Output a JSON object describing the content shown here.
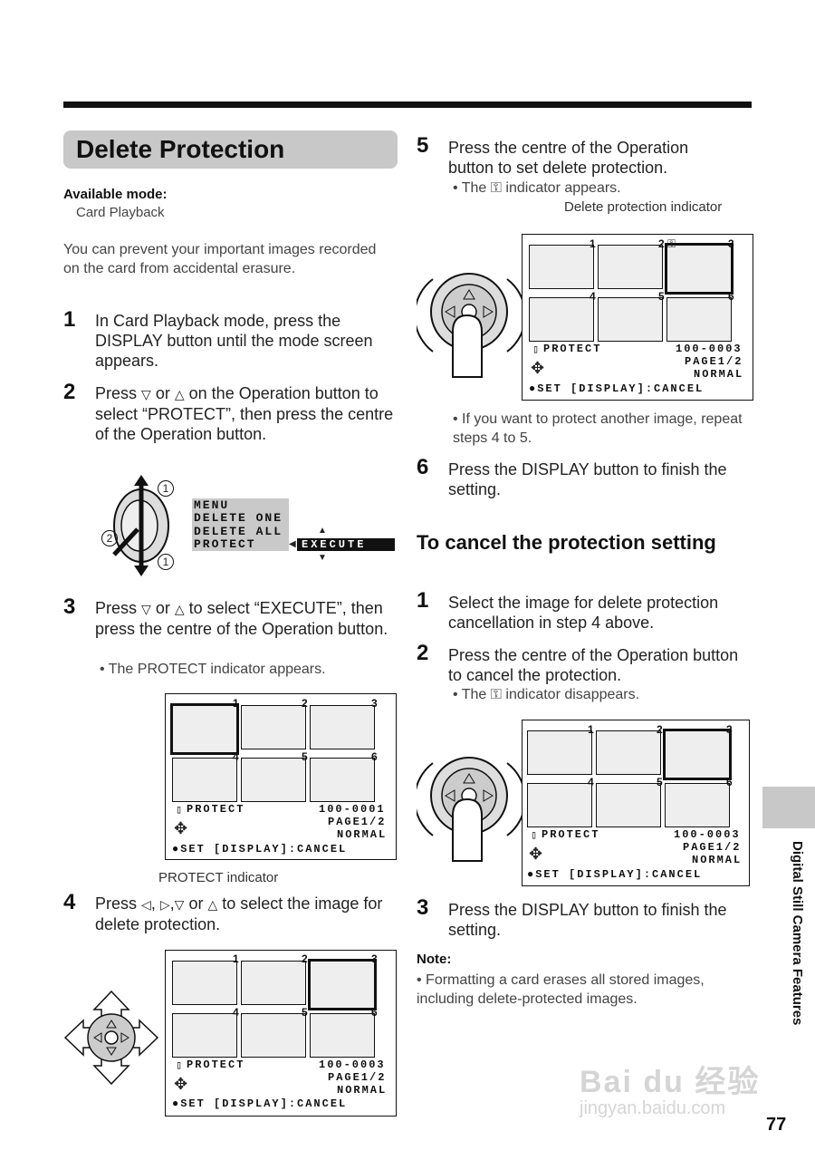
{
  "heading": "Delete Protection",
  "mode_label": "Available mode:",
  "mode_value": "Card Playback",
  "intro": "You can prevent your important images recorded on the card from accidental erasure.",
  "steps_left": [
    {
      "num": "1",
      "text": "In Card Playback mode, press the DISPLAY button until the mode screen appears."
    },
    {
      "num": "2",
      "text_a": "Press",
      "or": "or",
      "text_b": "on the Operation button to select “PROTECT”, then press the centre of the Operation button."
    },
    {
      "num": "3",
      "text_a": "Press",
      "or": "or",
      "text_b": "to select “EXECUTE”, then press the centre of the Operation button.",
      "bullet": "• The PROTECT indicator appears."
    },
    {
      "num": "4",
      "text_a": "Press",
      "sep": ",",
      "or": "or",
      "text_b": "to select the image for delete protection."
    }
  ],
  "menu": {
    "items": [
      "MENU",
      "DELETE ONE",
      "DELETE ALL",
      "PROTECT"
    ],
    "execute": "EXECUTE",
    "callouts": [
      "1",
      "2",
      "1"
    ]
  },
  "protect_caption": "PROTECT indicator",
  "screens": [
    {
      "file": "100-0001",
      "page": "PAGE1/2",
      "quality": "NORMAL",
      "protect": "PROTECT",
      "footer": "SET [DISPLAY]:CANCEL",
      "thumbs": [
        "1",
        "2",
        "3",
        "4",
        "5",
        "6"
      ]
    },
    {
      "file": "100-0003",
      "page": "PAGE1/2",
      "quality": "NORMAL",
      "protect": "PROTECT",
      "footer": "SET [DISPLAY]:CANCEL",
      "thumbs": [
        "1",
        "2",
        "3",
        "4",
        "5",
        "6"
      ]
    },
    {
      "file": "100-0003",
      "page": "PAGE1/2",
      "quality": "NORMAL",
      "protect": "PROTECT",
      "footer": "SET [DISPLAY]:CANCEL",
      "thumbs": [
        "1",
        "2",
        "3",
        "4",
        "5",
        "6"
      ]
    },
    {
      "file": "100-0003",
      "page": "PAGE1/2",
      "quality": "NORMAL",
      "protect": "PROTECT",
      "footer": "SET [DISPLAY]:CANCEL",
      "thumbs": [
        "1",
        "2",
        "3",
        "4",
        "5",
        "6"
      ]
    }
  ],
  "step5": {
    "num": "5",
    "text": "Press the centre of the Operation button to set delete protection.",
    "bullet_a": "• The",
    "bullet_b": "indicator appears.",
    "caption": "Delete protection indicator",
    "after": "• If you want to protect another image, repeat steps 4 to 5."
  },
  "step6": {
    "num": "6",
    "text": "Press the DISPLAY button to finish the setting."
  },
  "cancel_heading": "To cancel the protection setting",
  "cancel_steps": [
    {
      "num": "1",
      "text": "Select the image for delete protection cancellation in step 4 above."
    },
    {
      "num": "2",
      "text": "Press the centre of the Operation button to cancel the protection.",
      "bullet_a": "• The",
      "bullet_b": "indicator disappears."
    },
    {
      "num": "3",
      "text": "Press the DISPLAY button to finish the setting."
    }
  ],
  "note_label": "Note:",
  "note_text": "• Formatting a card erases all stored images, including delete-protected images.",
  "side_tab": "Digital Still Camera Features",
  "page_number": "77",
  "watermark": "Bai du 经验",
  "watermark_url": "jingyan.baidu.com",
  "icons": [
    "down-triangle",
    "up-triangle",
    "left-triangle",
    "right-triangle",
    "key-icon",
    "operation-button",
    "finger"
  ]
}
